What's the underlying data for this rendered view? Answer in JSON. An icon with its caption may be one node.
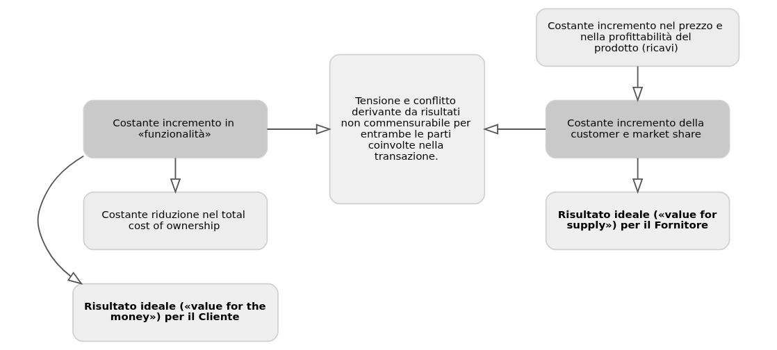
{
  "diagram": {
    "nodes": [
      {
        "text": [
          "Risultato ideale («value for the money») per il Cliente"
        ]
      },
      {
        "text": [
          "Costante incremento in «funzionalità»"
        ]
      },
      {
        "text": [
          "Costante riduzione nel total cost of ownership"
        ]
      },
      {
        "text": [
          "Tensione e conflitto derivante da risultati non commensurabile per entrambe le parti coinvolte nella transazione."
        ]
      },
      {
        "text": [
          "Risultato ideale («value for supply») per il Fornitore"
        ]
      },
      {
        "text": [
          "Costante incremento della customer e market share"
        ]
      },
      {
        "text": [
          "Costante incremento nel prezzo e nella profittabilità del prodotto (ricavi)"
        ]
      }
    ],
    "edges": [
      {
        "from": 1,
        "to": 0,
        "arrow": "to"
      },
      {
        "from": 1,
        "to": 2,
        "arrow": "to"
      },
      {
        "from": 1,
        "to": 3,
        "arrow": "to"
      },
      {
        "from": 5,
        "to": 3,
        "arrow": "to"
      },
      {
        "from": 5,
        "to": 4,
        "arrow": "to"
      },
      {
        "from": 6,
        "to": 5,
        "arrow": "to"
      }
    ]
  }
}
